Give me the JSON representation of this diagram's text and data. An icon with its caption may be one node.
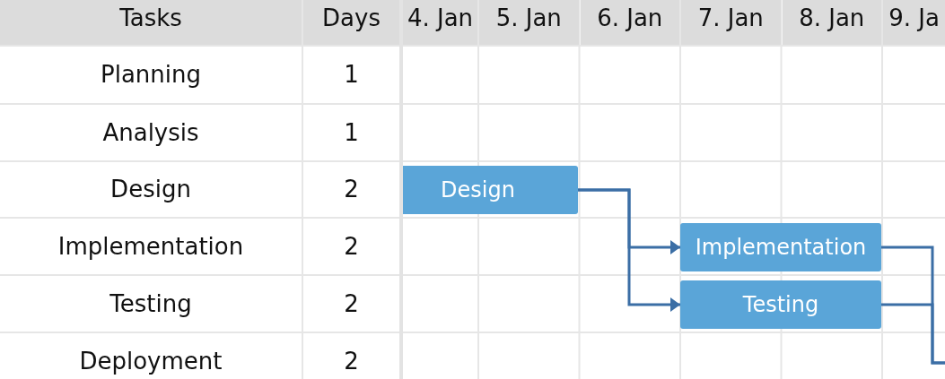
{
  "diagram": {
    "nodes": [
      {
        "text": [
          "Design"
        ]
      },
      {
        "text": [
          "Implementation"
        ]
      },
      {
        "text": [
          "Testing"
        ]
      }
    ],
    "edges": [
      {
        "from": 0,
        "to": 1,
        "arrow": "to"
      },
      {
        "from": 0,
        "to": 2,
        "arrow": "to"
      },
      {
        "from": 1,
        "to": null,
        "arrow": "none"
      },
      {
        "from": 2,
        "to": null,
        "arrow": "none"
      }
    ],
    "labels": [
      "Tasks",
      "Days",
      "4. Jan",
      "5. Jan",
      "6. Jan",
      "7. Jan",
      "8. Jan",
      "9. Ja",
      "Planning",
      "1",
      "Analysis",
      "1",
      "Design",
      "2",
      "Implementation",
      "2",
      "Testing",
      "2",
      "Deployment",
      "2"
    ]
  }
}
